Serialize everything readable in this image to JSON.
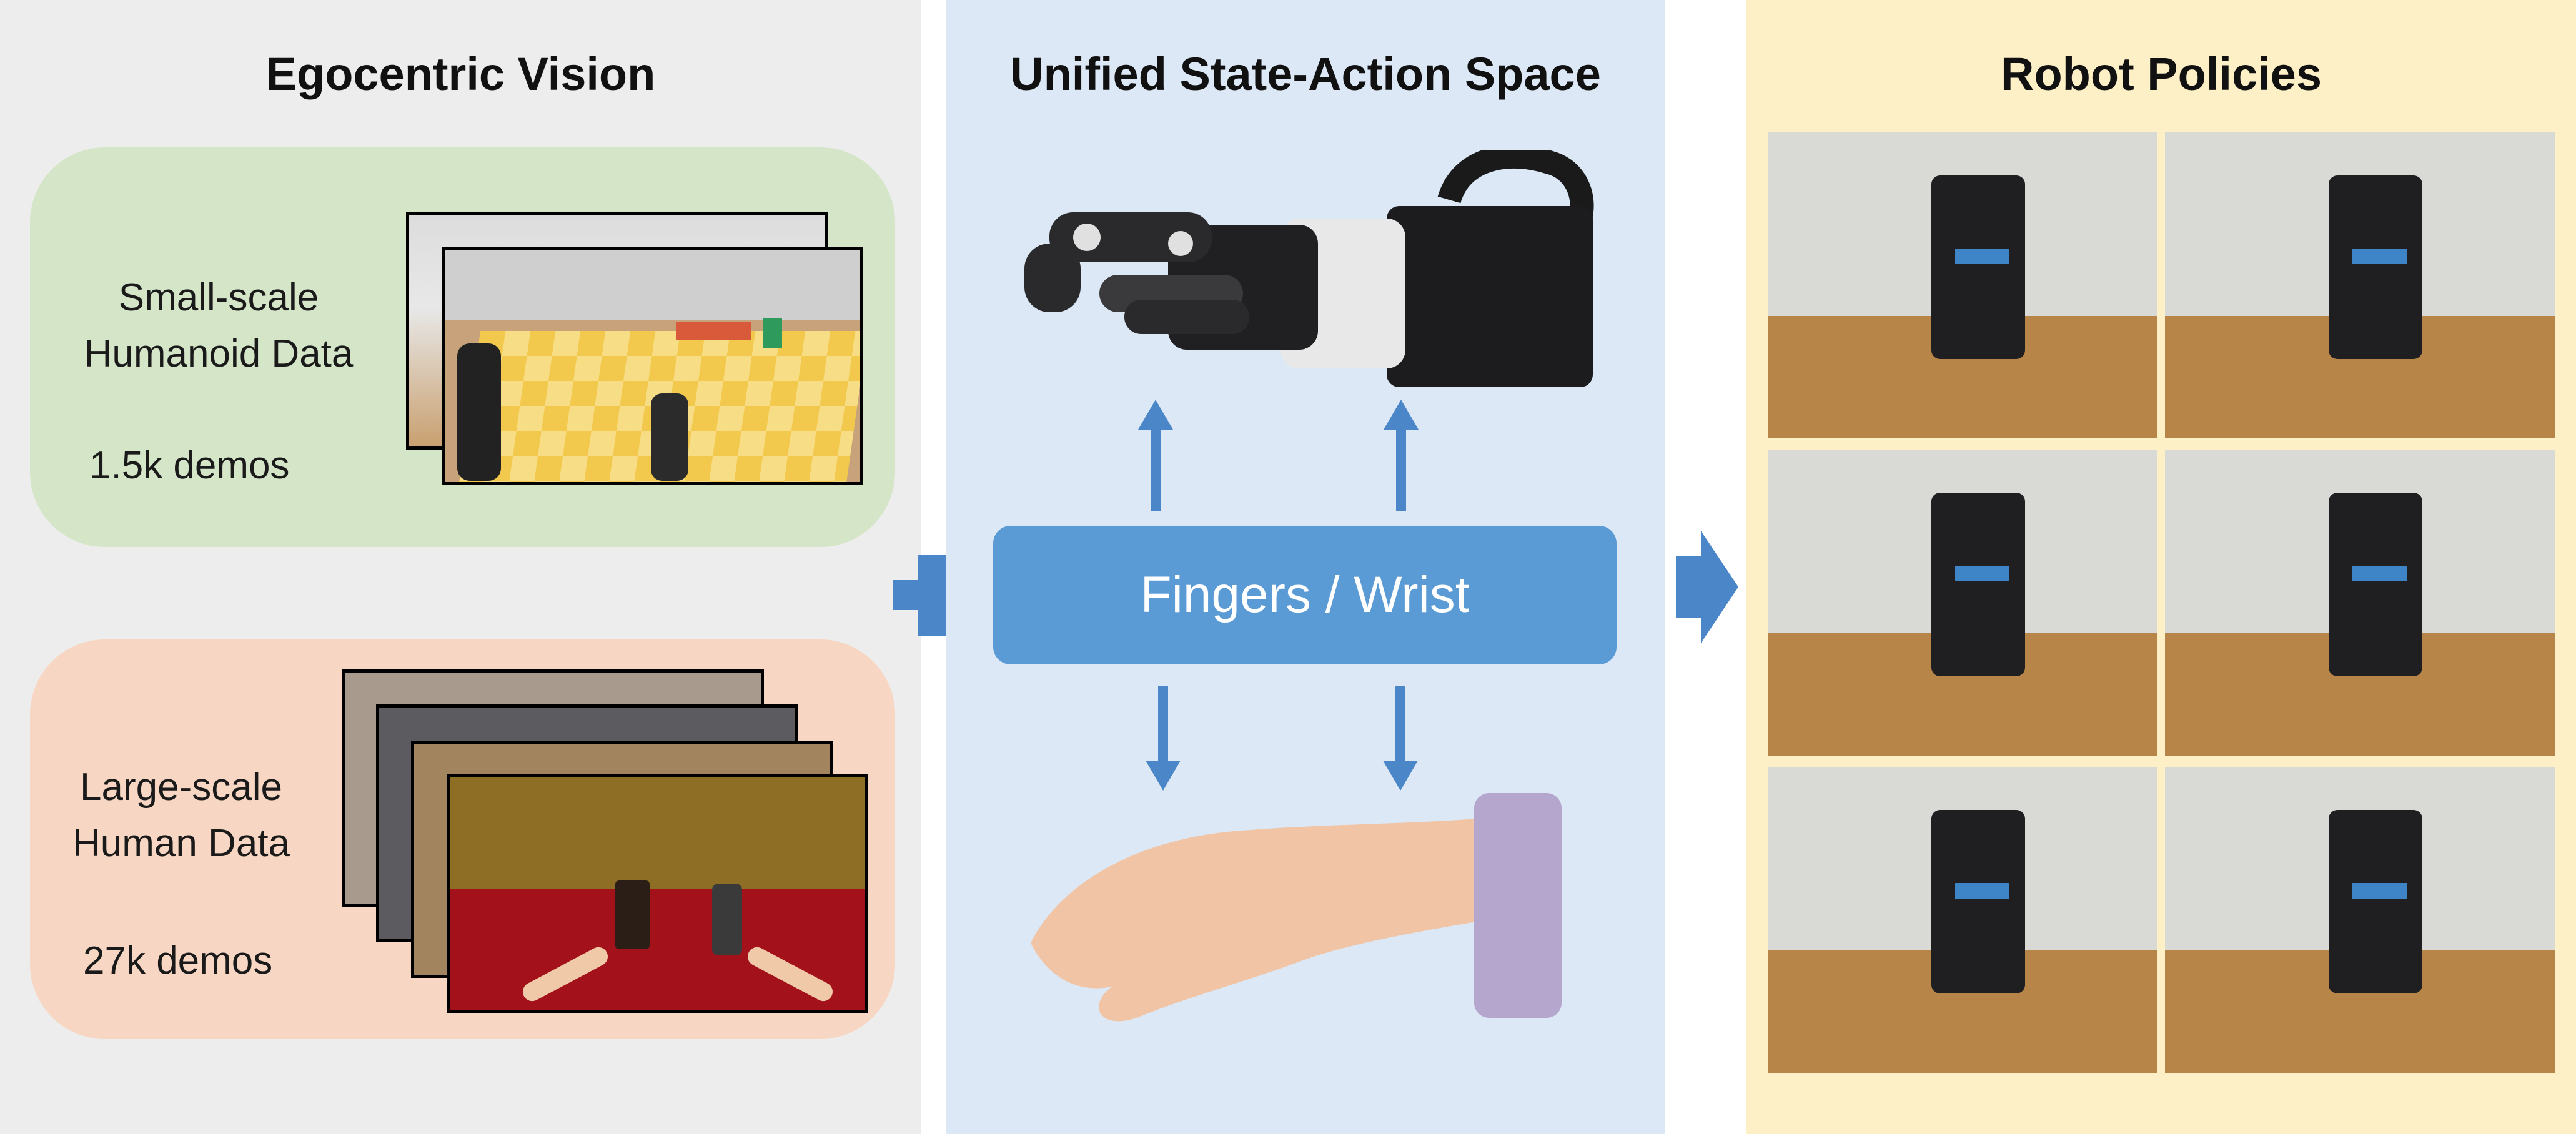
{
  "panels": {
    "left": {
      "title": "Egocentric Vision",
      "humanoid": {
        "line1": "Small-scale",
        "line2": "Humanoid Data",
        "demos": "1.5k demos"
      },
      "human": {
        "line1": "Large-scale",
        "line2": "Human Data",
        "demos": "27k demos"
      }
    },
    "middle": {
      "title": "Unified State-Action Space",
      "box_label": "Fingers / Wrist"
    },
    "right": {
      "title": "Robot Policies"
    }
  },
  "colors": {
    "left_bg": "#ededed",
    "middle_bg": "#dce8f5",
    "right_bg": "#fdf0c6",
    "humanoid_card": "#d5e6c8",
    "human_card": "#f7d7c3",
    "accent_blue": "#5b9bd5",
    "arrow_blue": "#4a86c8"
  },
  "icons": {
    "plus": "plus-icon",
    "big_arrow": "arrow-right-icon",
    "small_arrows": [
      "arrow-up-icon",
      "arrow-up-icon",
      "arrow-down-icon",
      "arrow-down-icon"
    ]
  }
}
